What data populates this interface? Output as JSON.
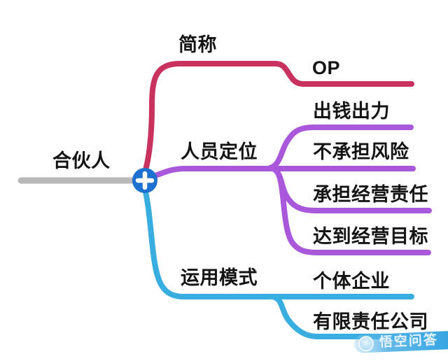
{
  "diagram": {
    "type": "mindmap",
    "root": {
      "label": "合伙人"
    },
    "center_node": {
      "icon": "plus-icon"
    },
    "branches": [
      {
        "label": "简称",
        "color": "#c9325f",
        "children": [
          {
            "label": "OP"
          }
        ]
      },
      {
        "label": "人员定位",
        "color": "#a957db",
        "children": [
          {
            "label": "出钱出力"
          },
          {
            "label": "不承担风险"
          },
          {
            "label": "承担经营责任"
          },
          {
            "label": "达到经营目标"
          }
        ]
      },
      {
        "label": "运用模式",
        "color": "#38ade0",
        "children": [
          {
            "label": "个体企业"
          },
          {
            "label": "有限责任公司"
          }
        ]
      }
    ]
  },
  "colors": {
    "background": "#ffffff",
    "root_line": "#b9b9b9",
    "center_node_fill": "#1e72cf",
    "center_node_glyph": "#ffffff",
    "text": "#141414",
    "watermark_accent": "#299ee0"
  },
  "watermark": {
    "label": "悟空问答"
  }
}
